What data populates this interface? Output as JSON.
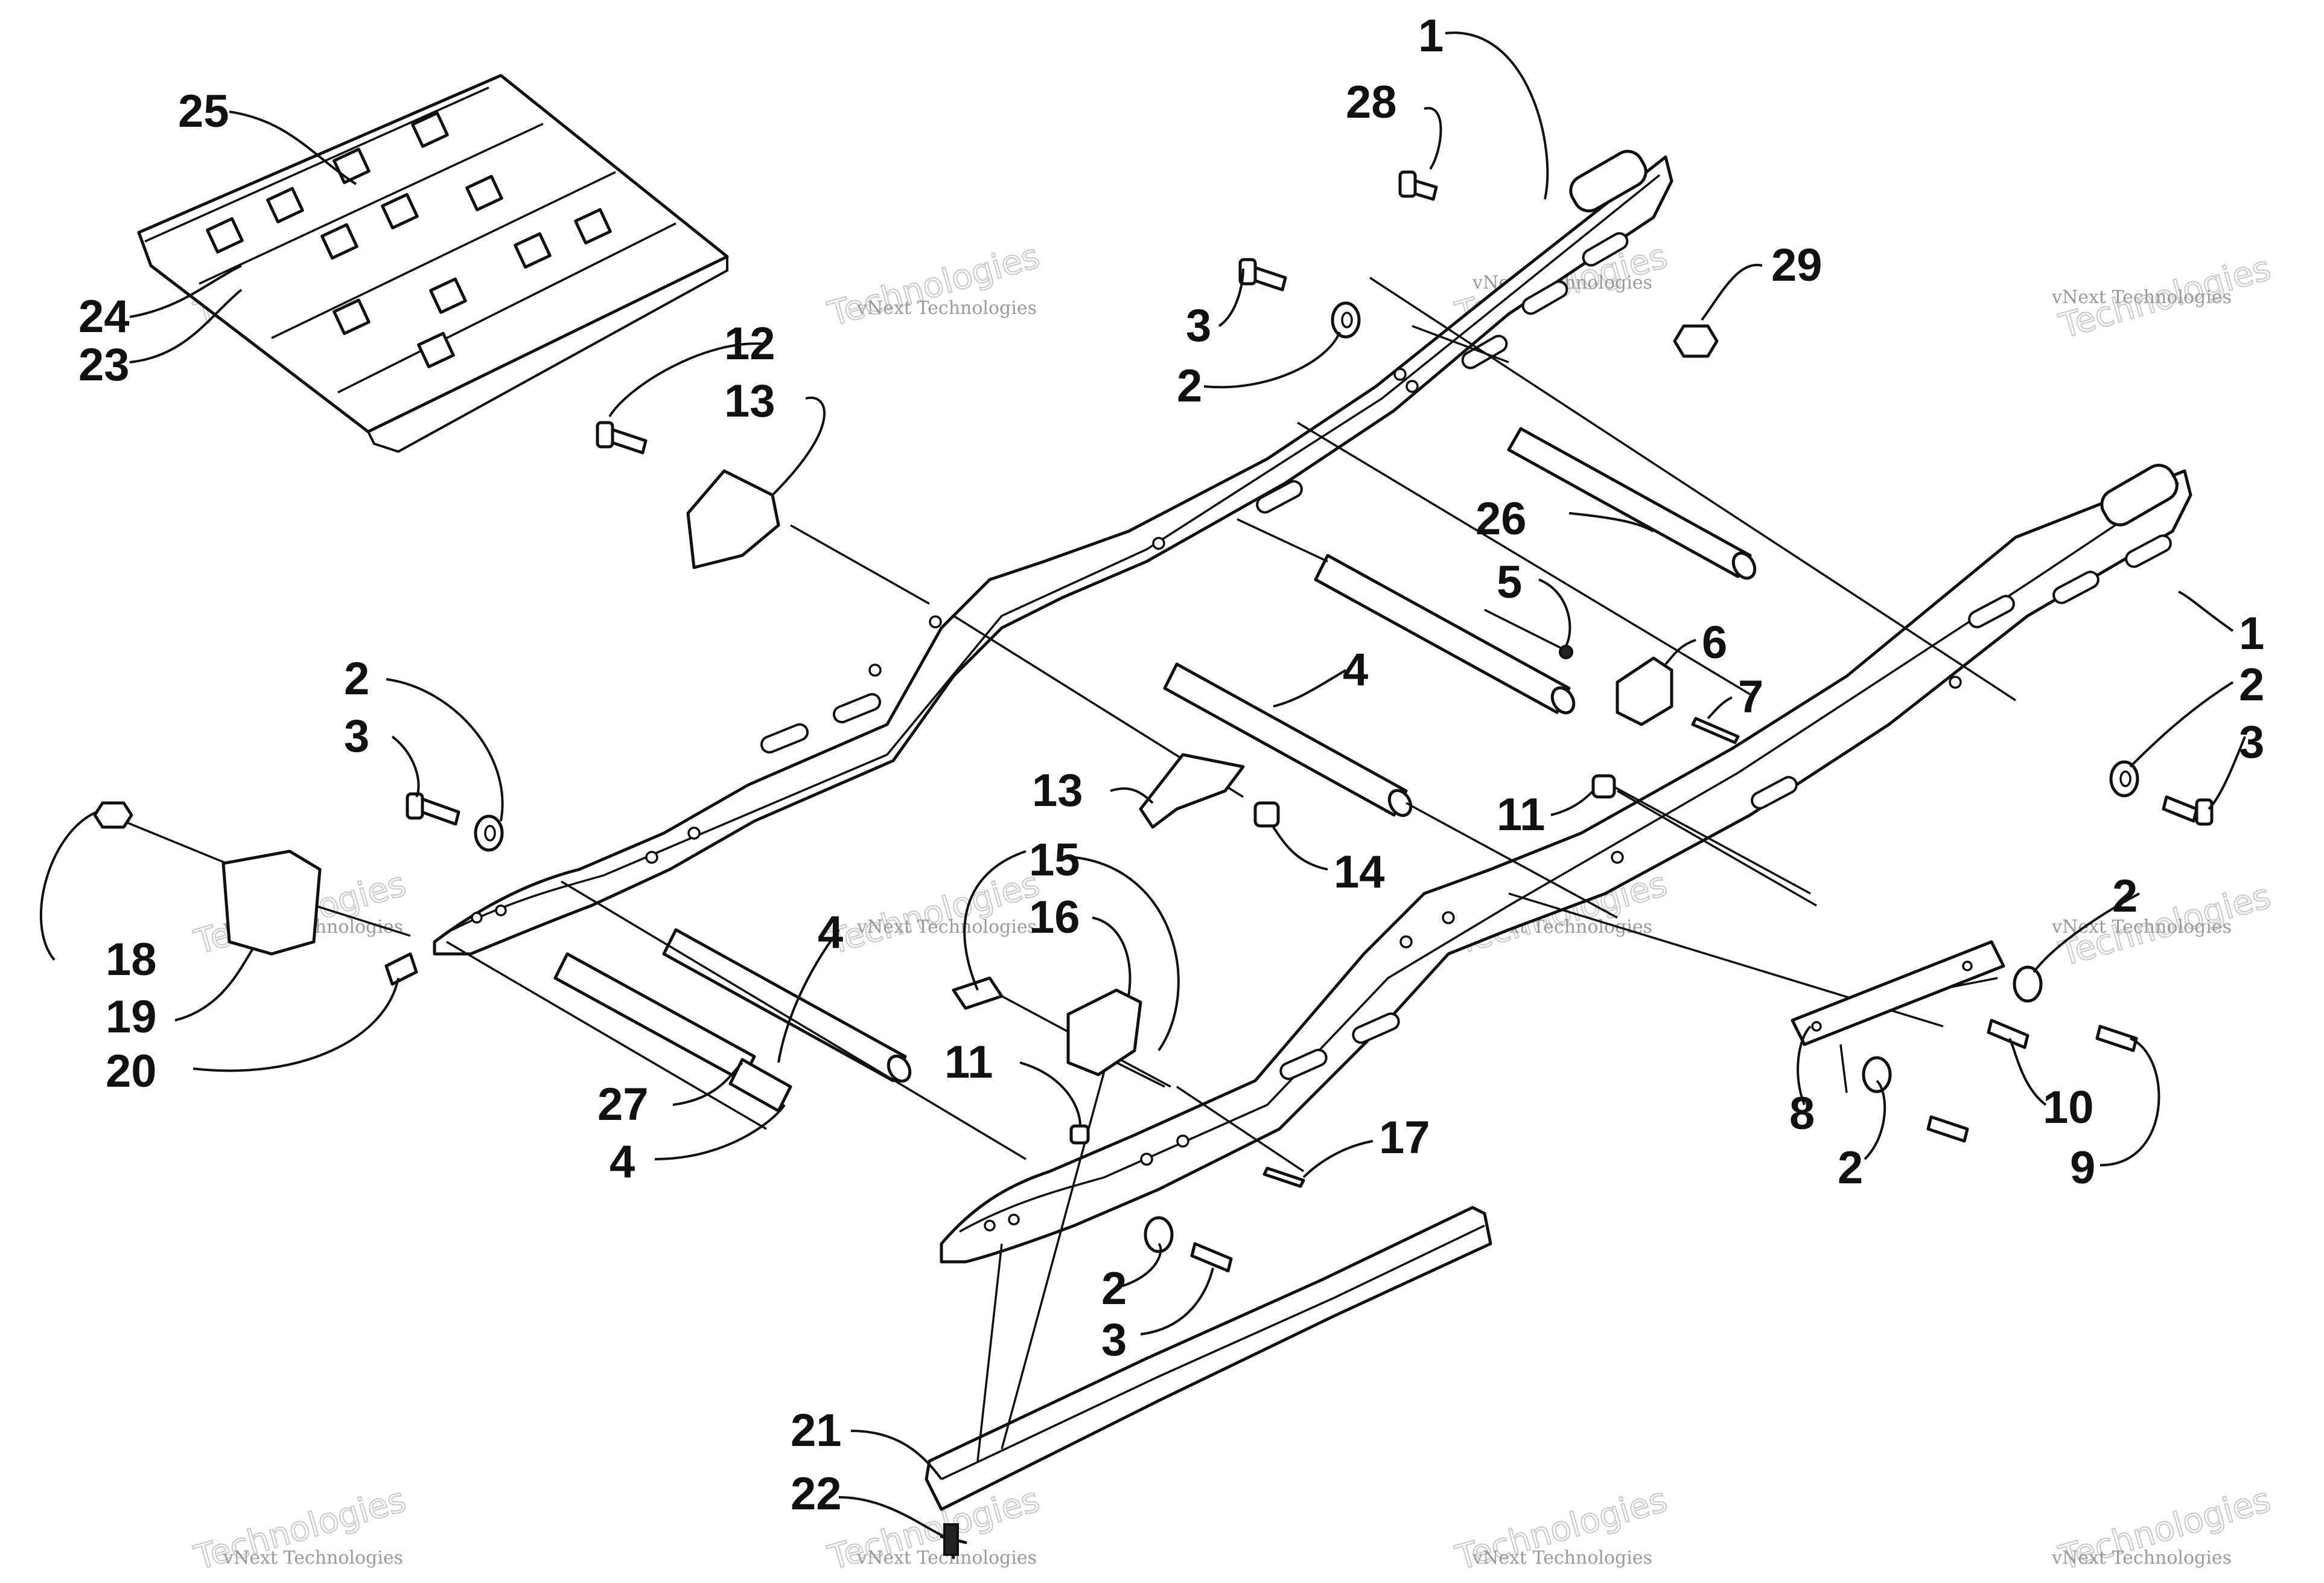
{
  "figure": {
    "type": "exploded-parts-diagram",
    "colors": {
      "ink": "#111111",
      "background": "#ffffff",
      "watermark": "#9a9a9a"
    }
  },
  "watermark": {
    "small": "vNext Technologies",
    "large": "Technologies",
    "corner": "vNext"
  },
  "callouts": {
    "c1a": "1",
    "c28": "28",
    "c29": "29",
    "c25": "25",
    "c24": "24",
    "c23": "23",
    "c3a": "3",
    "c2a": "2",
    "c12": "12",
    "c13a": "13",
    "c26": "26",
    "c5": "5",
    "c6": "6",
    "c7": "7",
    "c1b": "1",
    "c2b": "2",
    "c3b": "3",
    "c4a": "4",
    "c2c": "2",
    "c3c": "3",
    "c13b": "13",
    "c14": "14",
    "c11a": "11",
    "c15": "15",
    "c16": "16",
    "c2d": "2",
    "c18": "18",
    "c19": "19",
    "c20": "20",
    "c4b": "4",
    "c11b": "11",
    "c10": "10",
    "c27": "27",
    "c4c": "4",
    "c17": "17",
    "c8": "8",
    "c2e": "2",
    "c9": "9",
    "c2f": "2",
    "c3d": "3",
    "c21": "21",
    "c22": "22"
  }
}
